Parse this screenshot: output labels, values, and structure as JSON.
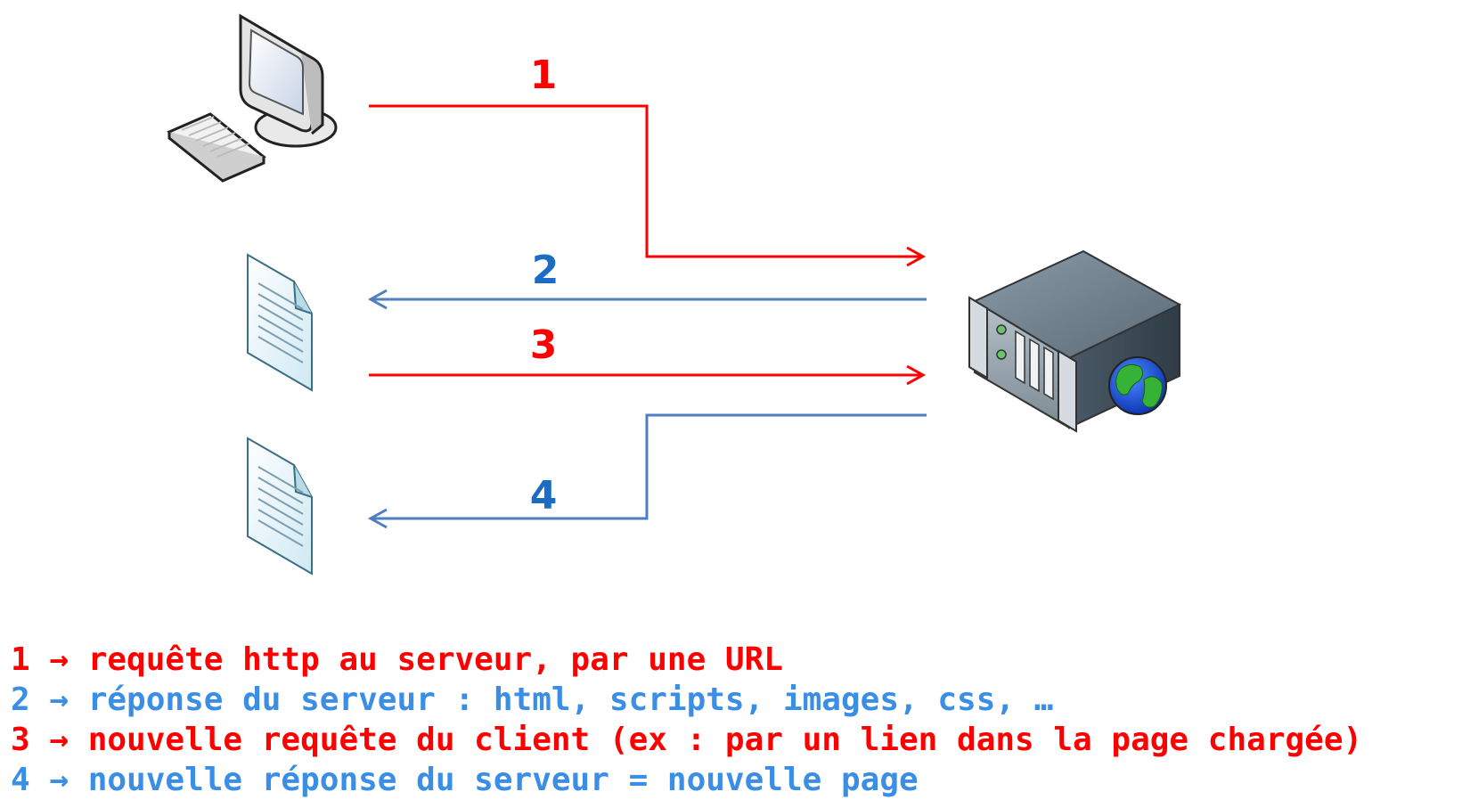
{
  "colors": {
    "request": "#ff0000",
    "response_line": "#4f7fbf",
    "response_number": "#1a6cc4",
    "response_text": "#3a8ee6"
  },
  "icons": {
    "client": "desktop-computer-icon",
    "document_1": "document-icon",
    "document_2": "document-icon",
    "server": "web-server-icon",
    "globe": "globe-icon"
  },
  "arrows": [
    {
      "number": "1",
      "kind": "request"
    },
    {
      "number": "2",
      "kind": "response"
    },
    {
      "number": "3",
      "kind": "request"
    },
    {
      "number": "4",
      "kind": "response"
    }
  ],
  "legend": [
    {
      "text": "1 → requête http au serveur, par une URL",
      "kind": "request"
    },
    {
      "text": "2 → réponse du serveur : html, scripts, images, css, …",
      "kind": "response"
    },
    {
      "text": "3 → nouvelle requête du client (ex : par un lien dans la page chargée)",
      "kind": "request"
    },
    {
      "text": "4 → nouvelle réponse du serveur = nouvelle page",
      "kind": "response"
    }
  ]
}
